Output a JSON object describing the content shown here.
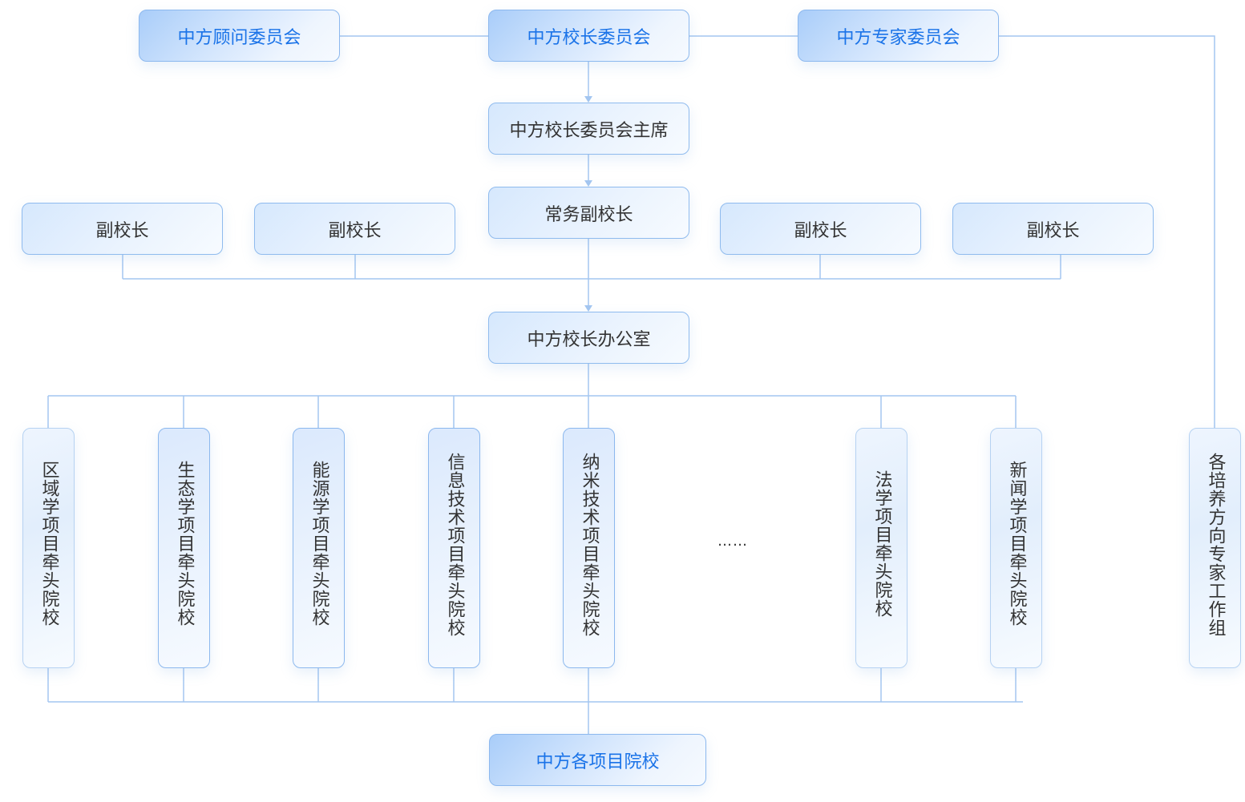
{
  "colors": {
    "line": "#a4c6f0",
    "key_text": "#1a73e8",
    "text": "#333333",
    "border": "#8fbbee"
  },
  "top": {
    "advisory": "中方顾问委员会",
    "presidents": "中方校长委员会",
    "experts": "中方专家委员会"
  },
  "chair": "中方校长委员会主席",
  "executive_vp": "常务副校长",
  "vice_presidents": [
    "副校长",
    "副校长",
    "副校长",
    "副校长"
  ],
  "office": "中方校长办公室",
  "lead_schools": [
    "区域学项目牵头院校",
    "生态学项目牵头院校",
    "能源学项目牵头院校",
    "信息技术项目牵头院校",
    "纳米技术项目牵头院校",
    "法学项目牵头院校",
    "新闻学项目牵头院校"
  ],
  "ellipsis": "……",
  "expert_groups": "各培养方向专家工作组",
  "bottom": "中方各项目院校"
}
